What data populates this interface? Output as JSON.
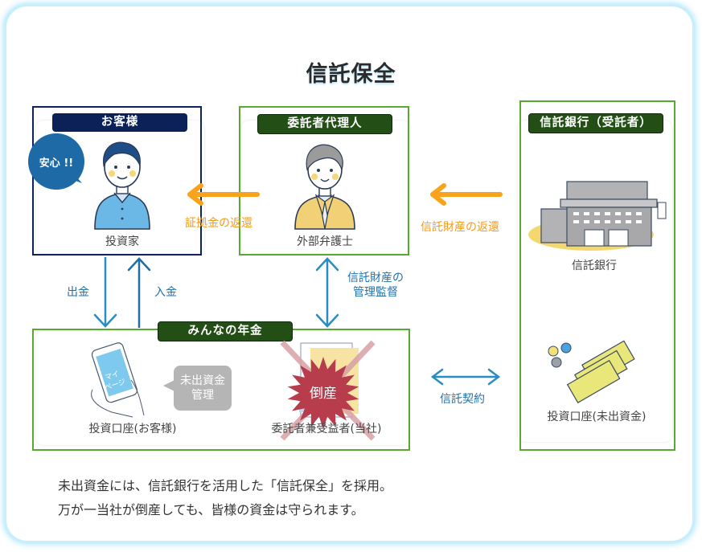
{
  "title": "信託保全",
  "colors": {
    "navy": "#0b2157",
    "green_border": "#5aa832",
    "green_tag": "#234f16",
    "orange": "#f39a1a",
    "blue_arrow": "#2a8cc4",
    "bankruptcy_red": "#b73d4d"
  },
  "customer": {
    "tag": "お客様",
    "bubble": "安心 !!",
    "label": "投資家",
    "icon": "investor-person-icon"
  },
  "agent": {
    "tag": "委託者代理人",
    "label": "外部弁護士",
    "icon": "lawyer-person-icon"
  },
  "bank": {
    "tag": "信託銀行（受託者）",
    "bank_label": "信託銀行",
    "account_label": "投資口座(未出資金)",
    "bank_icon": "bank-building-icon",
    "money_icon": "money-bills-icon"
  },
  "company": {
    "tag": "みんなの年金",
    "account_label": "投資口座(お客様)",
    "bubble_line1": "未出資金",
    "bubble_line2": "管理",
    "phone_text_line1": "マイ",
    "phone_text_line2": "ページ",
    "entity_label": "委託者兼受益者(当社)",
    "bankruptcy": "倒産",
    "phone_icon": "smartphone-hand-icon"
  },
  "flows": {
    "collateral_return": "証拠金の返還",
    "trust_asset_return": "信託財産の返還",
    "withdrawal": "出金",
    "deposit": "入金",
    "supervision_line1": "信託財産の",
    "supervision_line2": "管理監督",
    "trust_contract": "信託契約"
  },
  "description": {
    "line1": "未出資金には、信託銀行を活用した「信託保全」を採用。",
    "line2": "万が一当社が倒産しても、皆様の資金は守られます。"
  }
}
